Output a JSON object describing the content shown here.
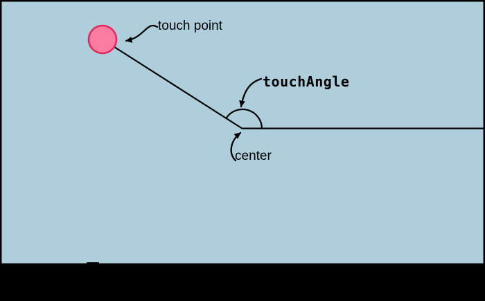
{
  "colors": {
    "canvas_background": "#AFCEDB",
    "frame": "#000000",
    "line": "#000000",
    "letterbox": "#000000",
    "touch_point_fill": "#FA7CA1",
    "touch_point_stroke": "#E3295C"
  },
  "labels": {
    "touch_point": "touch point",
    "touch_angle": "touchAngle",
    "center": "center"
  }
}
